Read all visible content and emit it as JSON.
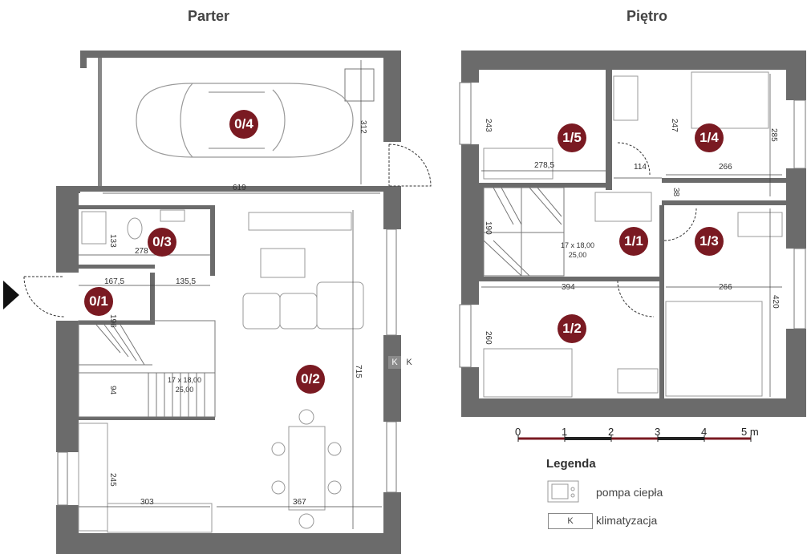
{
  "titles": {
    "ground": "Parter",
    "upper": "Piętro"
  },
  "colors": {
    "wall": "#6b6b6b",
    "badge": "#7a1a22",
    "scale_red": "#7a1a22"
  },
  "rooms": {
    "r04": "0/4",
    "r03": "0/3",
    "r02": "0/2",
    "r01": "0/1",
    "r15": "1/5",
    "r14": "1/4",
    "r11": "1/1",
    "r13": "1/3",
    "r12": "1/2"
  },
  "dims": {
    "d312": "312",
    "d619": "619",
    "d133": "133",
    "d278a": "278",
    "d1675": "167,5",
    "d1355": "135,5",
    "d196": "196",
    "d715": "715",
    "d94": "94",
    "d245": "245",
    "d303": "303",
    "d367": "367",
    "d243": "243",
    "d2785": "278,5",
    "d114": "114",
    "d247": "247",
    "d266a": "266",
    "d285": "285",
    "d38": "38",
    "d190": "190",
    "d394": "394",
    "d266b": "266",
    "d260": "260",
    "d420": "420"
  },
  "stairs": {
    "ground": [
      "17 x 18,00",
      "25,00"
    ],
    "upper": [
      "17 x 18,00",
      "25,00"
    ]
  },
  "ac_marker": "K",
  "scale": {
    "labels": [
      "0",
      "1",
      "2",
      "3",
      "4",
      "5 m"
    ]
  },
  "legend": {
    "title": "Legenda",
    "items": [
      {
        "icon": "heat-pump-icon",
        "label": "pompa ciepła"
      },
      {
        "icon": "air-conditioning-icon",
        "symbol": "K",
        "label": "klimatyzacja"
      }
    ]
  }
}
